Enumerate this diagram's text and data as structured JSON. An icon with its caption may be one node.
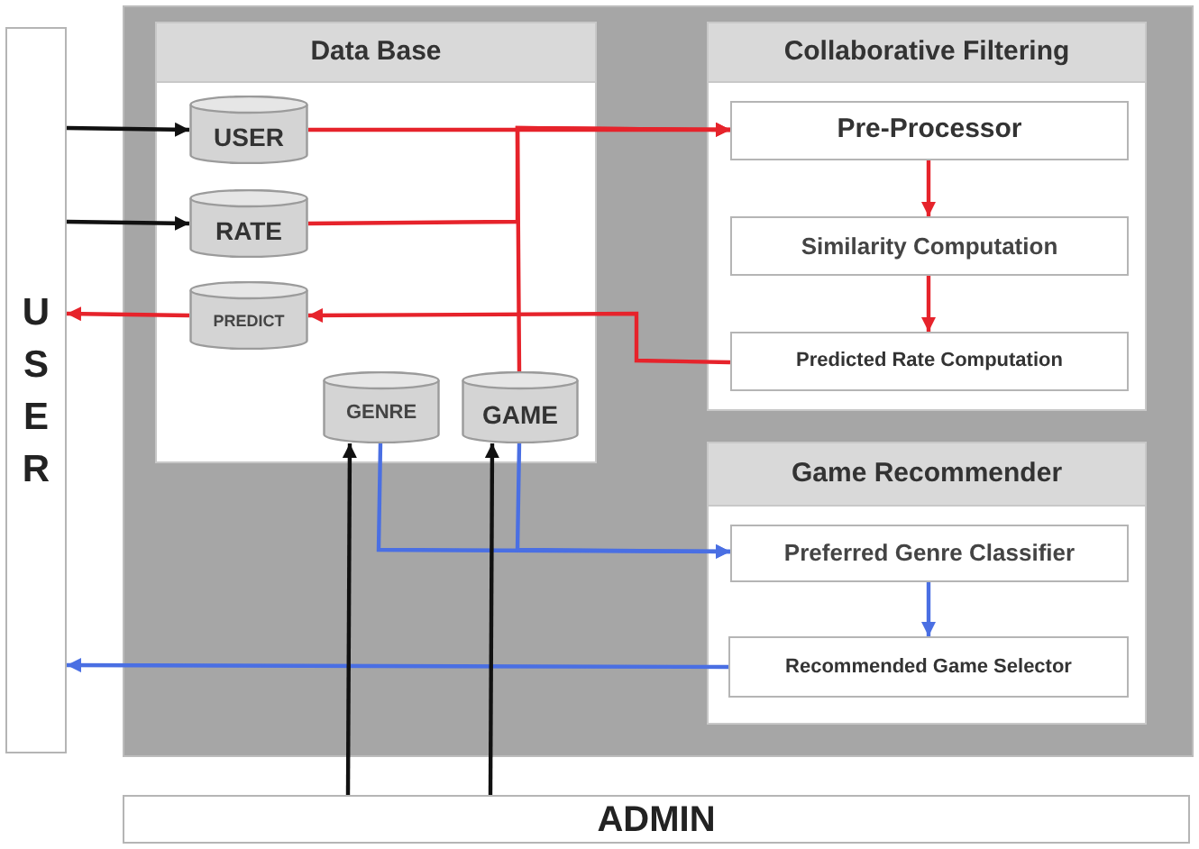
{
  "diagram": {
    "nodes": [
      {
        "text": [
          "USER"
        ]
      },
      {
        "text": [
          "Data Base"
        ]
      },
      {
        "text": [
          "USER"
        ],
        "in": 1
      },
      {
        "text": [
          "RATE"
        ],
        "in": 1
      },
      {
        "text": [
          "PREDICT"
        ],
        "in": 1
      },
      {
        "text": [
          "GENRE"
        ],
        "in": 1
      },
      {
        "text": [
          "GAME"
        ],
        "in": 1
      },
      {
        "text": [
          "Collaborative Filtering"
        ]
      },
      {
        "text": [
          "Pre-Processor"
        ],
        "in": 7
      },
      {
        "text": [
          "Similarity Computation"
        ],
        "in": 7
      },
      {
        "text": [
          "Predicted Rate Computation"
        ],
        "in": 7
      },
      {
        "text": [
          "Game Recommender"
        ]
      },
      {
        "text": [
          "Preferred Genre Classifier"
        ],
        "in": 11
      },
      {
        "text": [
          "Recommended Game Selector"
        ],
        "in": 11
      },
      {
        "text": [
          "ADMIN"
        ]
      }
    ],
    "edges": [
      {
        "from": 0,
        "to": 2,
        "arrow": "to",
        "color": "#111111"
      },
      {
        "from": 0,
        "to": 3,
        "arrow": "to",
        "color": "#111111"
      },
      {
        "from": 4,
        "to": 0,
        "arrow": "to"
      },
      {
        "from": 2,
        "to": 8,
        "arrow": "to"
      },
      {
        "from": 3,
        "to": 8,
        "arrow": "to"
      },
      {
        "from": 6,
        "to": 8,
        "arrow": "to"
      },
      {
        "from": 8,
        "to": 9,
        "arrow": "to"
      },
      {
        "from": 9,
        "to": 10,
        "arrow": "to"
      },
      {
        "from": 10,
        "to": 4,
        "arrow": "to"
      },
      {
        "from": 5,
        "to": 12,
        "arrow": "to",
        "color": "#4a6fe3"
      },
      {
        "from": 6,
        "to": 12,
        "arrow": "to",
        "color": "#4a6fe3"
      },
      {
        "from": 12,
        "to": 13,
        "arrow": "to",
        "color": "#4a6fe3"
      },
      {
        "from": 13,
        "to": 0,
        "arrow": "to",
        "color": "#4a6fe3"
      },
      {
        "from": 14,
        "to": 5,
        "arrow": "to",
        "color": "#111111"
      },
      {
        "from": 14,
        "to": 6,
        "arrow": "to",
        "color": "#111111"
      }
    ]
  }
}
